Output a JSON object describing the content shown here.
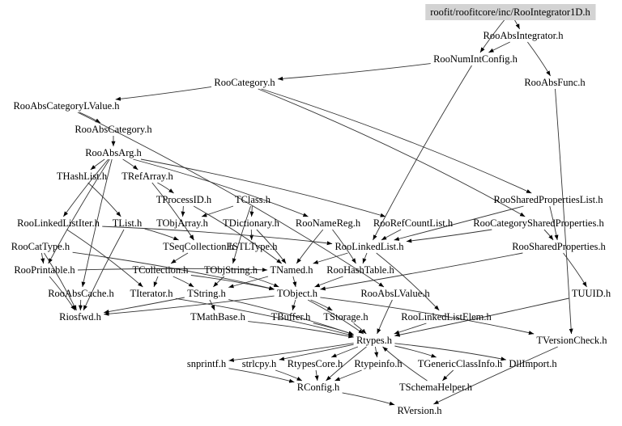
{
  "title": "roofit/roofitcore/inc/RooIntegrator1D.h",
  "colors": {
    "root_fill": "#d3d3d3",
    "edge": "#333333",
    "text": "#000000",
    "background": "#ffffff"
  },
  "nodes": [
    {
      "id": "root",
      "label": "roofit/roofitcore/inc/RooIntegrator1D.h",
      "root": true
    },
    {
      "id": "RooAbsIntegrator",
      "label": "RooAbsIntegrator.h"
    },
    {
      "id": "RooNumIntConfig",
      "label": "RooNumIntConfig.h"
    },
    {
      "id": "RooAbsFunc",
      "label": "RooAbsFunc.h"
    },
    {
      "id": "RooCategory",
      "label": "RooCategory.h"
    },
    {
      "id": "RooAbsCategoryLValue",
      "label": "RooAbsCategoryLValue.h"
    },
    {
      "id": "RooAbsCategory",
      "label": "RooAbsCategory.h"
    },
    {
      "id": "RooAbsArg",
      "label": "RooAbsArg.h"
    },
    {
      "id": "THashList",
      "label": "THashList.h"
    },
    {
      "id": "TRefArray",
      "label": "TRefArray.h"
    },
    {
      "id": "TProcessID",
      "label": "TProcessID.h"
    },
    {
      "id": "TClass",
      "label": "TClass.h"
    },
    {
      "id": "RooLinkedListIter",
      "label": "RooLinkedListIter.h"
    },
    {
      "id": "TList",
      "label": "TList.h"
    },
    {
      "id": "TObjArray",
      "label": "TObjArray.h"
    },
    {
      "id": "TDictionary",
      "label": "TDictionary.h"
    },
    {
      "id": "RooNameReg",
      "label": "RooNameReg.h"
    },
    {
      "id": "RooRefCountList",
      "label": "RooRefCountList.h"
    },
    {
      "id": "RooSharedPropertiesList",
      "label": "RooSharedPropertiesList.h"
    },
    {
      "id": "RooCategorySharedProperties",
      "label": "RooCategorySharedProperties.h"
    },
    {
      "id": "RooCatType",
      "label": "RooCatType.h"
    },
    {
      "id": "TSeqCollection",
      "label": "TSeqCollection.h"
    },
    {
      "id": "ESTLType",
      "label": "ESTLType.h"
    },
    {
      "id": "RooLinkedList",
      "label": "RooLinkedList.h"
    },
    {
      "id": "RooSharedProperties",
      "label": "RooSharedProperties.h"
    },
    {
      "id": "RooPrintable",
      "label": "RooPrintable.h"
    },
    {
      "id": "TCollection",
      "label": "TCollection.h"
    },
    {
      "id": "TObjString",
      "label": "TObjString.h"
    },
    {
      "id": "TNamed",
      "label": "TNamed.h"
    },
    {
      "id": "RooHashTable",
      "label": "RooHashTable.h"
    },
    {
      "id": "RooAbsCache",
      "label": "RooAbsCache.h"
    },
    {
      "id": "TIterator",
      "label": "TIterator.h"
    },
    {
      "id": "TString",
      "label": "TString.h"
    },
    {
      "id": "TObject",
      "label": "TObject.h"
    },
    {
      "id": "RooAbsLValue",
      "label": "RooAbsLValue.h"
    },
    {
      "id": "TUUID",
      "label": "TUUID.h"
    },
    {
      "id": "Riosfwd",
      "label": "Riosfwd.h"
    },
    {
      "id": "TMathBase",
      "label": "TMathBase.h"
    },
    {
      "id": "TBuffer",
      "label": "TBuffer.h"
    },
    {
      "id": "TStorage",
      "label": "TStorage.h"
    },
    {
      "id": "RooLinkedListElem",
      "label": "RooLinkedListElem.h"
    },
    {
      "id": "TVersionCheck",
      "label": "TVersionCheck.h"
    },
    {
      "id": "Rtypes",
      "label": "Rtypes.h"
    },
    {
      "id": "snprintf",
      "label": "snprintf.h"
    },
    {
      "id": "strlcpy",
      "label": "strlcpy.h"
    },
    {
      "id": "RtypesCore",
      "label": "RtypesCore.h"
    },
    {
      "id": "Rtypeinfo",
      "label": "Rtypeinfo.h"
    },
    {
      "id": "TGenericClassInfo",
      "label": "TGenericClassInfo.h"
    },
    {
      "id": "DllImport",
      "label": "DllImport.h"
    },
    {
      "id": "RConfig",
      "label": "RConfig.h"
    },
    {
      "id": "TSchemaHelper",
      "label": "TSchemaHelper.h"
    },
    {
      "id": "RVersion",
      "label": "RVersion.h"
    }
  ],
  "edges": [
    [
      "root",
      "RooAbsIntegrator"
    ],
    [
      "root",
      "RooNumIntConfig"
    ],
    [
      "RooAbsIntegrator",
      "RooNumIntConfig"
    ],
    [
      "RooAbsIntegrator",
      "RooAbsFunc"
    ],
    [
      "RooNumIntConfig",
      "RooCategory"
    ],
    [
      "RooNumIntConfig",
      "RooLinkedList"
    ],
    [
      "RooAbsFunc",
      "TVersionCheck"
    ],
    [
      "RooCategory",
      "RooAbsCategoryLValue"
    ],
    [
      "RooCategory",
      "RooSharedPropertiesList"
    ],
    [
      "RooCategory",
      "RooCategorySharedProperties"
    ],
    [
      "RooAbsCategoryLValue",
      "RooAbsCategory"
    ],
    [
      "RooAbsCategoryLValue",
      "RooAbsLValue"
    ],
    [
      "RooAbsCategory",
      "RooAbsArg"
    ],
    [
      "RooAbsArg",
      "THashList"
    ],
    [
      "RooAbsArg",
      "TRefArray"
    ],
    [
      "RooAbsArg",
      "RooNameReg"
    ],
    [
      "RooAbsArg",
      "RooRefCountList"
    ],
    [
      "RooAbsArg",
      "RooPrintable"
    ],
    [
      "RooAbsArg",
      "RooAbsCache"
    ],
    [
      "RooAbsArg",
      "RooLinkedListIter"
    ],
    [
      "TRefArray",
      "TProcessID"
    ],
    [
      "TRefArray",
      "TSeqCollection"
    ],
    [
      "TProcessID",
      "TObjArray"
    ],
    [
      "TProcessID",
      "TNamed"
    ],
    [
      "TClass",
      "TDictionary"
    ],
    [
      "TClass",
      "TObjString"
    ],
    [
      "TClass",
      "TObjArray"
    ],
    [
      "THashList",
      "TList"
    ],
    [
      "TList",
      "TSeqCollection"
    ],
    [
      "TList",
      "Riosfwd"
    ],
    [
      "TObjArray",
      "TSeqCollection"
    ],
    [
      "TDictionary",
      "ESTLType"
    ],
    [
      "TDictionary",
      "TNamed"
    ],
    [
      "RooNameReg",
      "RooHashTable"
    ],
    [
      "RooNameReg",
      "TNamed"
    ],
    [
      "RooRefCountList",
      "RooLinkedList"
    ],
    [
      "RooSharedPropertiesList",
      "RooLinkedList"
    ],
    [
      "RooSharedPropertiesList",
      "RooSharedProperties"
    ],
    [
      "RooCategorySharedProperties",
      "RooSharedProperties"
    ],
    [
      "RooCategorySharedProperties",
      "RooLinkedList"
    ],
    [
      "RooLinkedListIter",
      "RooLinkedList"
    ],
    [
      "RooLinkedListIter",
      "TIterator"
    ],
    [
      "RooCatType",
      "RooPrintable"
    ],
    [
      "RooCatType",
      "TObject"
    ],
    [
      "RooCatType",
      "Riosfwd"
    ],
    [
      "TSeqCollection",
      "TCollection"
    ],
    [
      "TCollection",
      "TObject"
    ],
    [
      "TCollection",
      "TIterator"
    ],
    [
      "TCollection",
      "TString"
    ],
    [
      "RooLinkedList",
      "RooHashTable"
    ],
    [
      "RooLinkedList",
      "RooLinkedListElem"
    ],
    [
      "RooLinkedList",
      "TNamed"
    ],
    [
      "RooSharedProperties",
      "TUUID"
    ],
    [
      "RooSharedProperties",
      "TObject"
    ],
    [
      "RooPrintable",
      "TNamed"
    ],
    [
      "RooPrintable",
      "Riosfwd"
    ],
    [
      "TObjString",
      "TString"
    ],
    [
      "TObjString",
      "TObject"
    ],
    [
      "TNamed",
      "TObject"
    ],
    [
      "TNamed",
      "TString"
    ],
    [
      "RooHashTable",
      "TObject"
    ],
    [
      "RooAbsCache",
      "Riosfwd"
    ],
    [
      "TIterator",
      "Rtypes"
    ],
    [
      "TString",
      "TMathBase"
    ],
    [
      "TString",
      "Rtypes"
    ],
    [
      "TString",
      "Riosfwd"
    ],
    [
      "TObject",
      "TStorage"
    ],
    [
      "TObject",
      "TBuffer"
    ],
    [
      "TObject",
      "TVersionCheck"
    ],
    [
      "TObject",
      "Rtypes"
    ],
    [
      "TObject",
      "Riosfwd"
    ],
    [
      "RooAbsLValue",
      "Rtypes"
    ],
    [
      "TUUID",
      "Rtypes"
    ],
    [
      "TStorage",
      "Rtypes"
    ],
    [
      "TBuffer",
      "Rtypes"
    ],
    [
      "TMathBase",
      "Rtypes"
    ],
    [
      "RooLinkedListElem",
      "Rtypes"
    ],
    [
      "TVersionCheck",
      "RVersion"
    ],
    [
      "Rtypes",
      "snprintf"
    ],
    [
      "Rtypes",
      "strlcpy"
    ],
    [
      "Rtypes",
      "RtypesCore"
    ],
    [
      "Rtypes",
      "Rtypeinfo"
    ],
    [
      "Rtypes",
      "TGenericClassInfo"
    ],
    [
      "Rtypes",
      "DllImport"
    ],
    [
      "Rtypes",
      "RConfig"
    ],
    [
      "snprintf",
      "RConfig"
    ],
    [
      "strlcpy",
      "RConfig"
    ],
    [
      "RtypesCore",
      "RConfig"
    ],
    [
      "Rtypeinfo",
      "RConfig"
    ],
    [
      "TGenericClassInfo",
      "TSchemaHelper"
    ],
    [
      "TSchemaHelper",
      "Rtypes"
    ],
    [
      "RConfig",
      "RVersion"
    ]
  ]
}
